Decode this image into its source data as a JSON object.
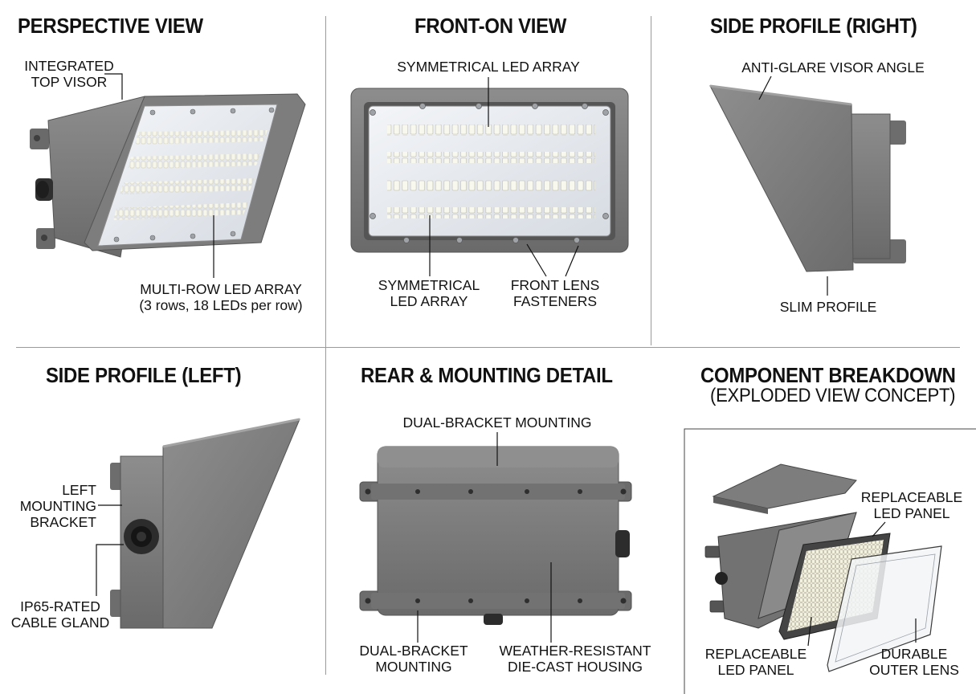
{
  "panels": {
    "perspective": {
      "title": "PERSPECTIVE VIEW",
      "visor_label": [
        "INTEGRATED",
        "TOP VISOR"
      ],
      "array_label": [
        "MULTI-ROW LED ARRAY",
        "(3 rows, 18 LEDs per row)"
      ]
    },
    "front": {
      "title": "FRONT-ON VIEW",
      "top_label": "SYMMETRICAL LED ARRAY",
      "bottom_left_label": [
        "SYMMETRICAL",
        "LED ARRAY"
      ],
      "bottom_right_label": [
        "FRONT LENS",
        "FASTENERS"
      ]
    },
    "side_right": {
      "title": "SIDE PROFILE (RIGHT)",
      "visor_label": "ANTI-GLARE VISOR ANGLE",
      "profile_label": "SLIM PROFILE"
    },
    "side_left": {
      "title": "SIDE PROFILE (LEFT)",
      "bracket_label": [
        "LEFT",
        "MOUNTING",
        "BRACKET"
      ],
      "gland_label": [
        "IP65-RATED",
        "CABLE GLAND"
      ]
    },
    "rear": {
      "title": "REAR & MOUNTING DETAIL",
      "top_label": "DUAL-BRACKET MOUNTING",
      "bottom_left_label": [
        "DUAL-BRACKET",
        "MOUNTING"
      ],
      "bottom_right_label": [
        "WEATHER-RESISTANT",
        "DIE-CAST HOUSING"
      ]
    },
    "breakdown": {
      "title_line1": "COMPONENT BREAKDOWN",
      "title_line2": "(EXPLODED VIEW CONCEPT)",
      "panel_label_top": [
        "REPLACEABLE",
        "LED PANEL"
      ],
      "panel_label_bottom": [
        "REPLACEABLE",
        "LED PANEL"
      ],
      "lens_label": [
        "DURABLE",
        "OUTER LENS"
      ]
    }
  },
  "colors": {
    "housing": "#7b7b7b",
    "housing_dark": "#5a5a5a",
    "housing_light": "#9a9a9a",
    "lens": "#e4e8ee",
    "led": "#f4f2e2",
    "divider": "#9a9a9a"
  }
}
